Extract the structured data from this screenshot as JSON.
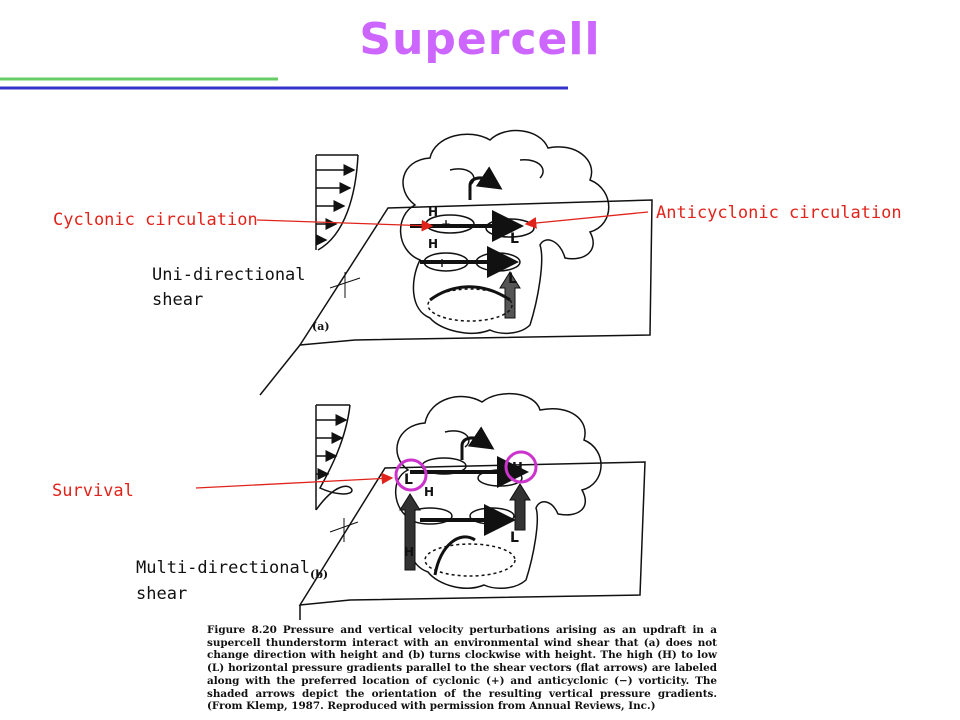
{
  "title": "Supercell",
  "colors": {
    "title": "#cc66ff",
    "annotation": "#e0241b",
    "rule_green": "#66cc66",
    "rule_blue": "#3333cc",
    "circle": "#cc33cc"
  },
  "labels": {
    "cyclonic": "Cyclonic circulation",
    "anticyclonic": "Anticyclonic circulation",
    "uni_line1": "Uni-directional",
    "uni_line2": "shear",
    "survival": "Survival",
    "multi_line1": "Multi-directional",
    "multi_line2": "shear"
  },
  "diagram": {
    "panel_a": "(a)",
    "panel_b": "(b)",
    "high": "H",
    "low": "L"
  },
  "caption": {
    "figure": "Figure 8.20",
    "text": "Pressure and vertical velocity perturbations arising as an updraft in a supercell thunderstorm interact with an environmental wind shear that (a) does not change direction with height and (b) turns clockwise with height. The high (H) to low (L) horizontal pressure gradients parallel to the shear vectors (flat arrows) are labeled along with the preferred location of cyclonic (+) and anticyclonic (−) vorticity. The shaded arrows depict the orientation of the resulting vertical pressure gradients. (From Klemp, 1987. Reproduced with permission from Annual Reviews, Inc.)"
  }
}
